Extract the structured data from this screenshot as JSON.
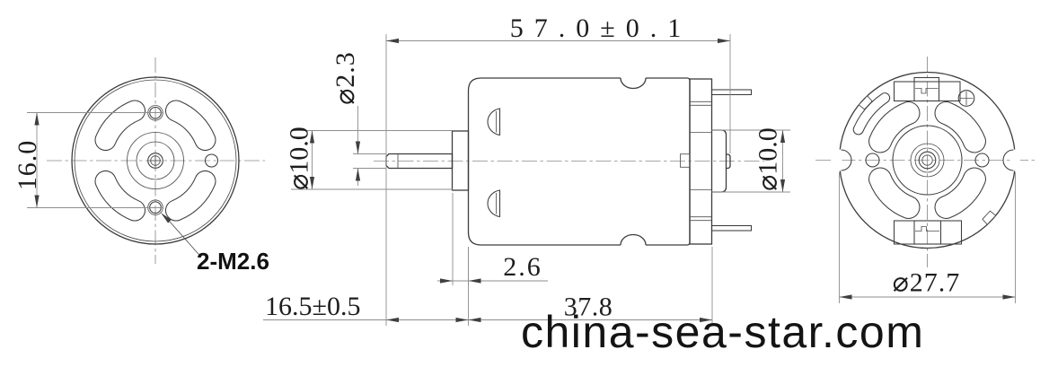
{
  "drawing": {
    "watermark": "china-sea-star.com",
    "front_view": {
      "mount_hole_spacing": "16.0",
      "mount_hole_label": "2-M2.6"
    },
    "side_view": {
      "overall_length": "57.0±0.1",
      "shaft_diameter": "⌀2.3",
      "front_bushing_diameter": "⌀10.0",
      "rear_boss_diameter": "⌀10.0",
      "bushing_length": "2.6",
      "shaft_length": "16.5±0.5",
      "body_length": "37.8"
    },
    "rear_view": {
      "body_diameter": "⌀27.7"
    }
  }
}
